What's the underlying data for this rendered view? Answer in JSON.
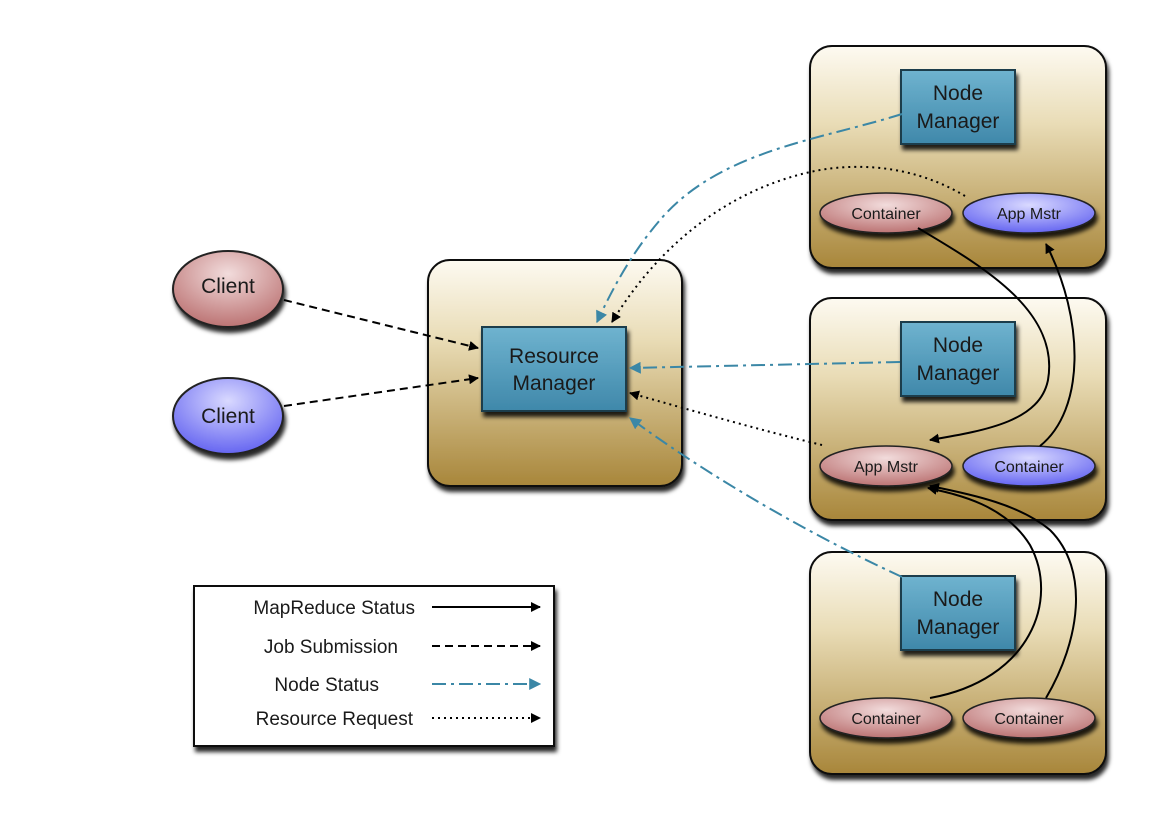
{
  "nodes": {
    "client_1": {
      "label": "Client"
    },
    "client_2": {
      "label": "Client"
    },
    "resource_manager": {
      "line1": "Resource",
      "line2": "Manager"
    },
    "node_manager_1": {
      "line1": "Node",
      "line2": "Manager"
    },
    "node_manager_2": {
      "line1": "Node",
      "line2": "Manager"
    },
    "node_manager_3": {
      "line1": "Node",
      "line2": "Manager"
    },
    "node1_container": {
      "label": "Container"
    },
    "node1_app_mstr": {
      "label": "App Mstr"
    },
    "node2_app_mstr": {
      "label": "App Mstr"
    },
    "node2_container": {
      "label": "Container"
    },
    "node3_container_a": {
      "label": "Container"
    },
    "node3_container_b": {
      "label": "Container"
    }
  },
  "legend": {
    "items": [
      {
        "label": "MapReduce Status",
        "style": "solid"
      },
      {
        "label": "Job Submission",
        "style": "dashed"
      },
      {
        "label": "Node Status",
        "style": "dashdot"
      },
      {
        "label": "Resource Request",
        "style": "dotted"
      }
    ]
  },
  "colors": {
    "node_box_top": "#fbf7ec",
    "node_box_bottom": "#a8863a",
    "manager_fill": "#4a97b8",
    "pink_ellipse": "#c27a7a",
    "purple_ellipse": "#6e6ef0",
    "node_status_line": "#3b87a6"
  }
}
